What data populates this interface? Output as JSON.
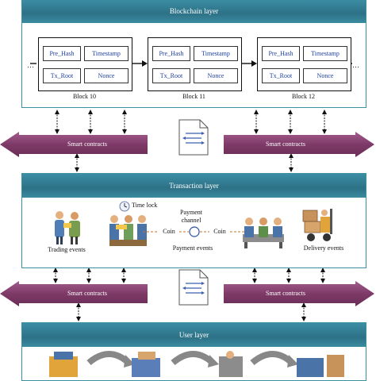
{
  "blockchain_layer": {
    "title": "Blockchain layer",
    "blocks": [
      {
        "label": "Block 10",
        "fields": [
          "Pre_Hash",
          "Timestamp",
          "Tx_Root",
          "Nonce"
        ]
      },
      {
        "label": "Block 11",
        "fields": [
          "Pre_Hash",
          "Timestamp",
          "Tx_Root",
          "Nonce"
        ]
      },
      {
        "label": "Block 12",
        "fields": [
          "Pre_Hash",
          "Timestamp",
          "Tx_Root",
          "Nonce"
        ]
      }
    ],
    "ellipsis": "…"
  },
  "smart_contracts_label": "Smart contracts",
  "transaction_layer": {
    "title": "Transaction layer",
    "time_lock": "Time lock",
    "payment_channel_line1": "Payment",
    "payment_channel_line2": "channel",
    "coin": "Coin",
    "trading_events": "Trading events",
    "payment_events": "Payment events",
    "delivery_events": "Delivery events"
  },
  "user_layer": {
    "title": "User layer"
  },
  "colors": {
    "layer_header": "#2d7186",
    "band": "#7e3a68",
    "field_text": "#1c3f9e"
  }
}
